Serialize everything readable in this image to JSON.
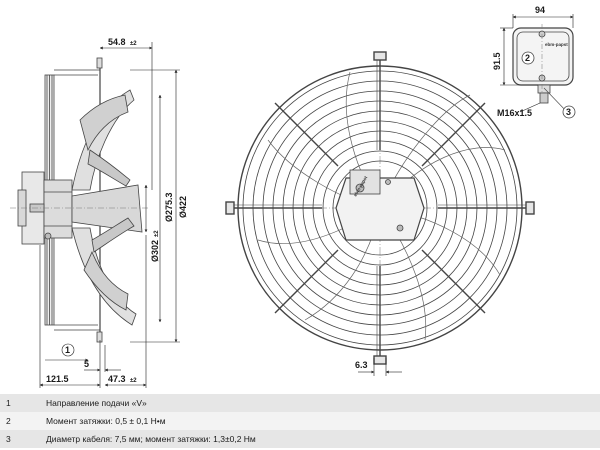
{
  "dims": {
    "d1": {
      "main": "54.8",
      "sub": "±2"
    },
    "d2": "94",
    "d3": "91.5",
    "d4": "M16x1.5",
    "d5": {
      "main": "Ø275.3",
      "sub": ""
    },
    "d6": {
      "main": "Ø302",
      "sub": "±2"
    },
    "d7": "Ø422",
    "d8": "121.5",
    "d9": "5",
    "d10": {
      "main": "47.3",
      "sub": "±2"
    },
    "d11": "6.3"
  },
  "callouts": {
    "c1": "1",
    "c2": "2",
    "c3": "3"
  },
  "brand": "ebm-papst",
  "legend": [
    {
      "num": "1",
      "text": "Направление подачи «V»"
    },
    {
      "num": "2",
      "text": "Момент затяжки: 0,5 ± 0,1 Н•м"
    },
    {
      "num": "3",
      "text": "Диаметр кабеля: 7,5 мм; момент затяжки: 1,3±0,2 Нм"
    }
  ]
}
